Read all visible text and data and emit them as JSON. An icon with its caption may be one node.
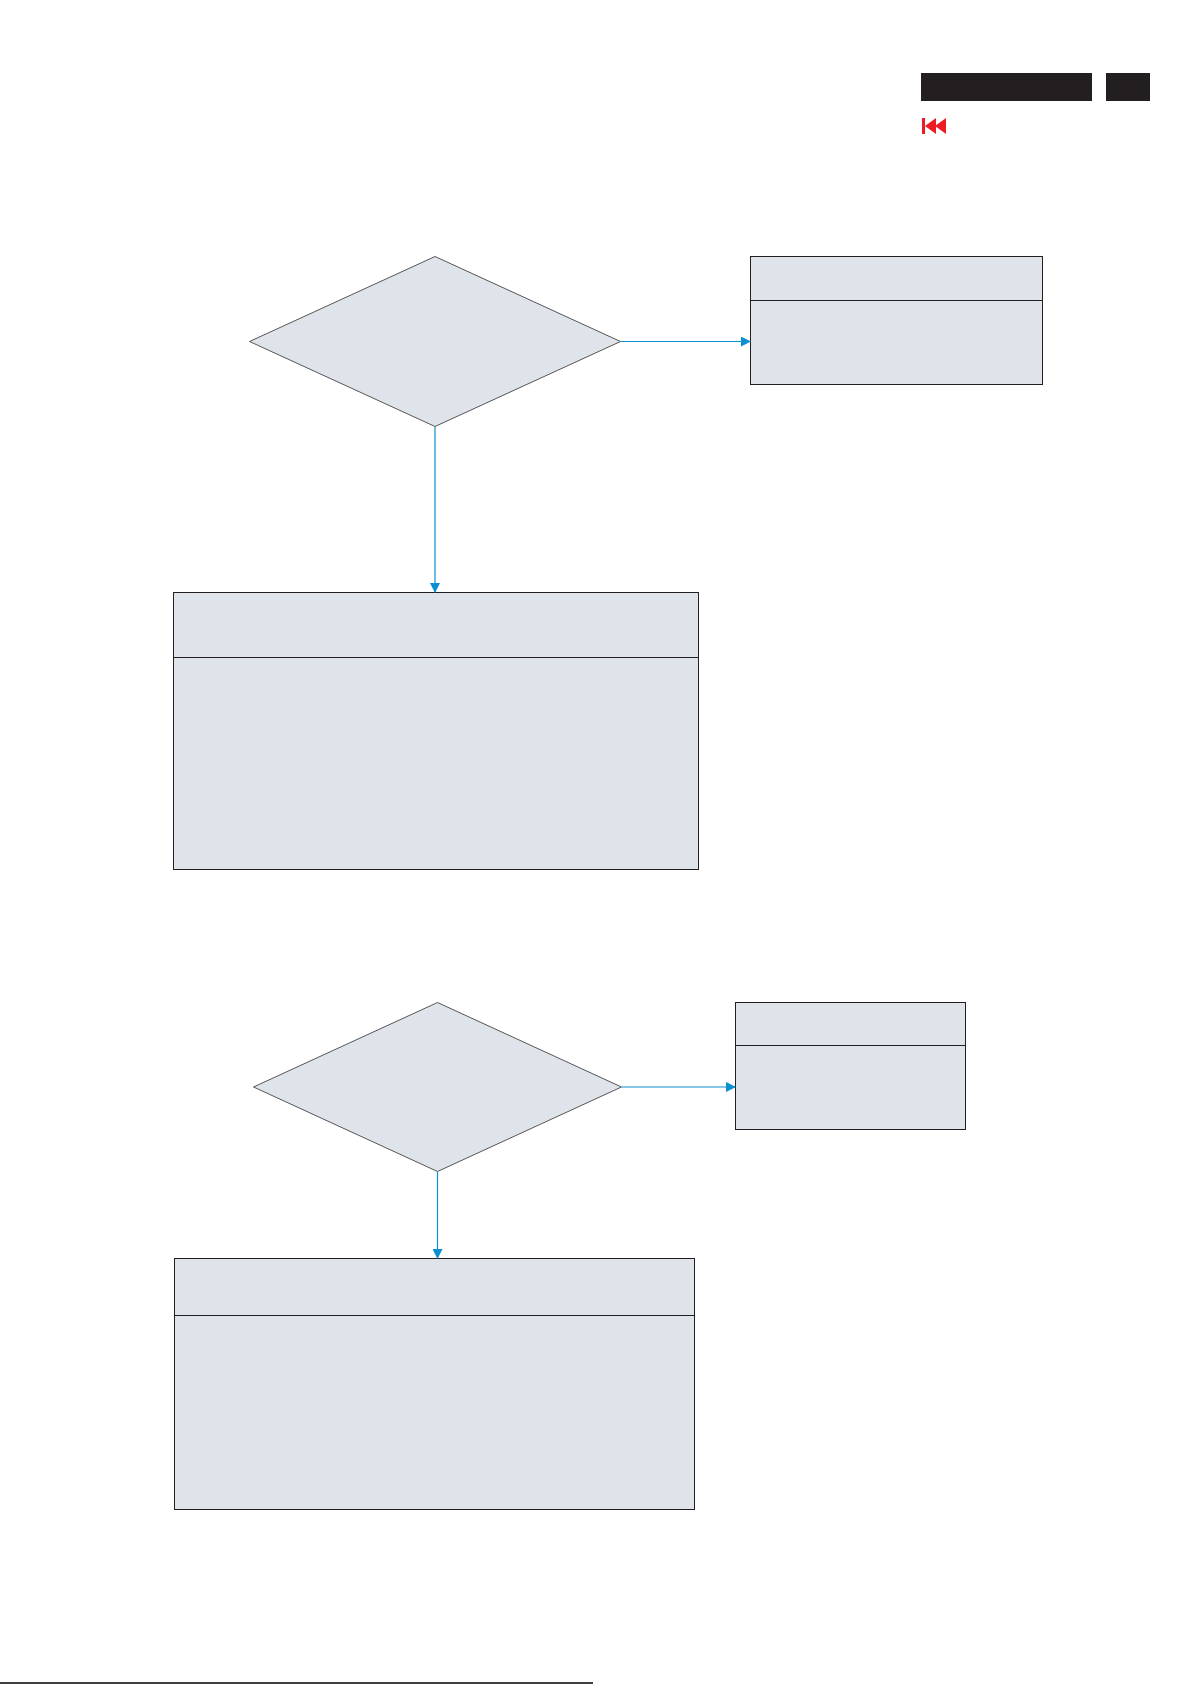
{
  "diagram": {
    "nodes": [
      {
        "text": [],
        "shape": "diamond"
      },
      {
        "text": [],
        "shape": "box"
      },
      {
        "text": [],
        "shape": "box"
      },
      {
        "text": [],
        "shape": "diamond"
      },
      {
        "text": [],
        "shape": "box"
      },
      {
        "text": [],
        "shape": "box"
      }
    ],
    "edges": [
      {
        "from": 0,
        "to": 1,
        "arrow": "to"
      },
      {
        "from": 0,
        "to": 2,
        "arrow": "to"
      },
      {
        "from": 3,
        "to": 4,
        "arrow": "to"
      },
      {
        "from": 3,
        "to": 5,
        "arrow": "to"
      }
    ]
  }
}
